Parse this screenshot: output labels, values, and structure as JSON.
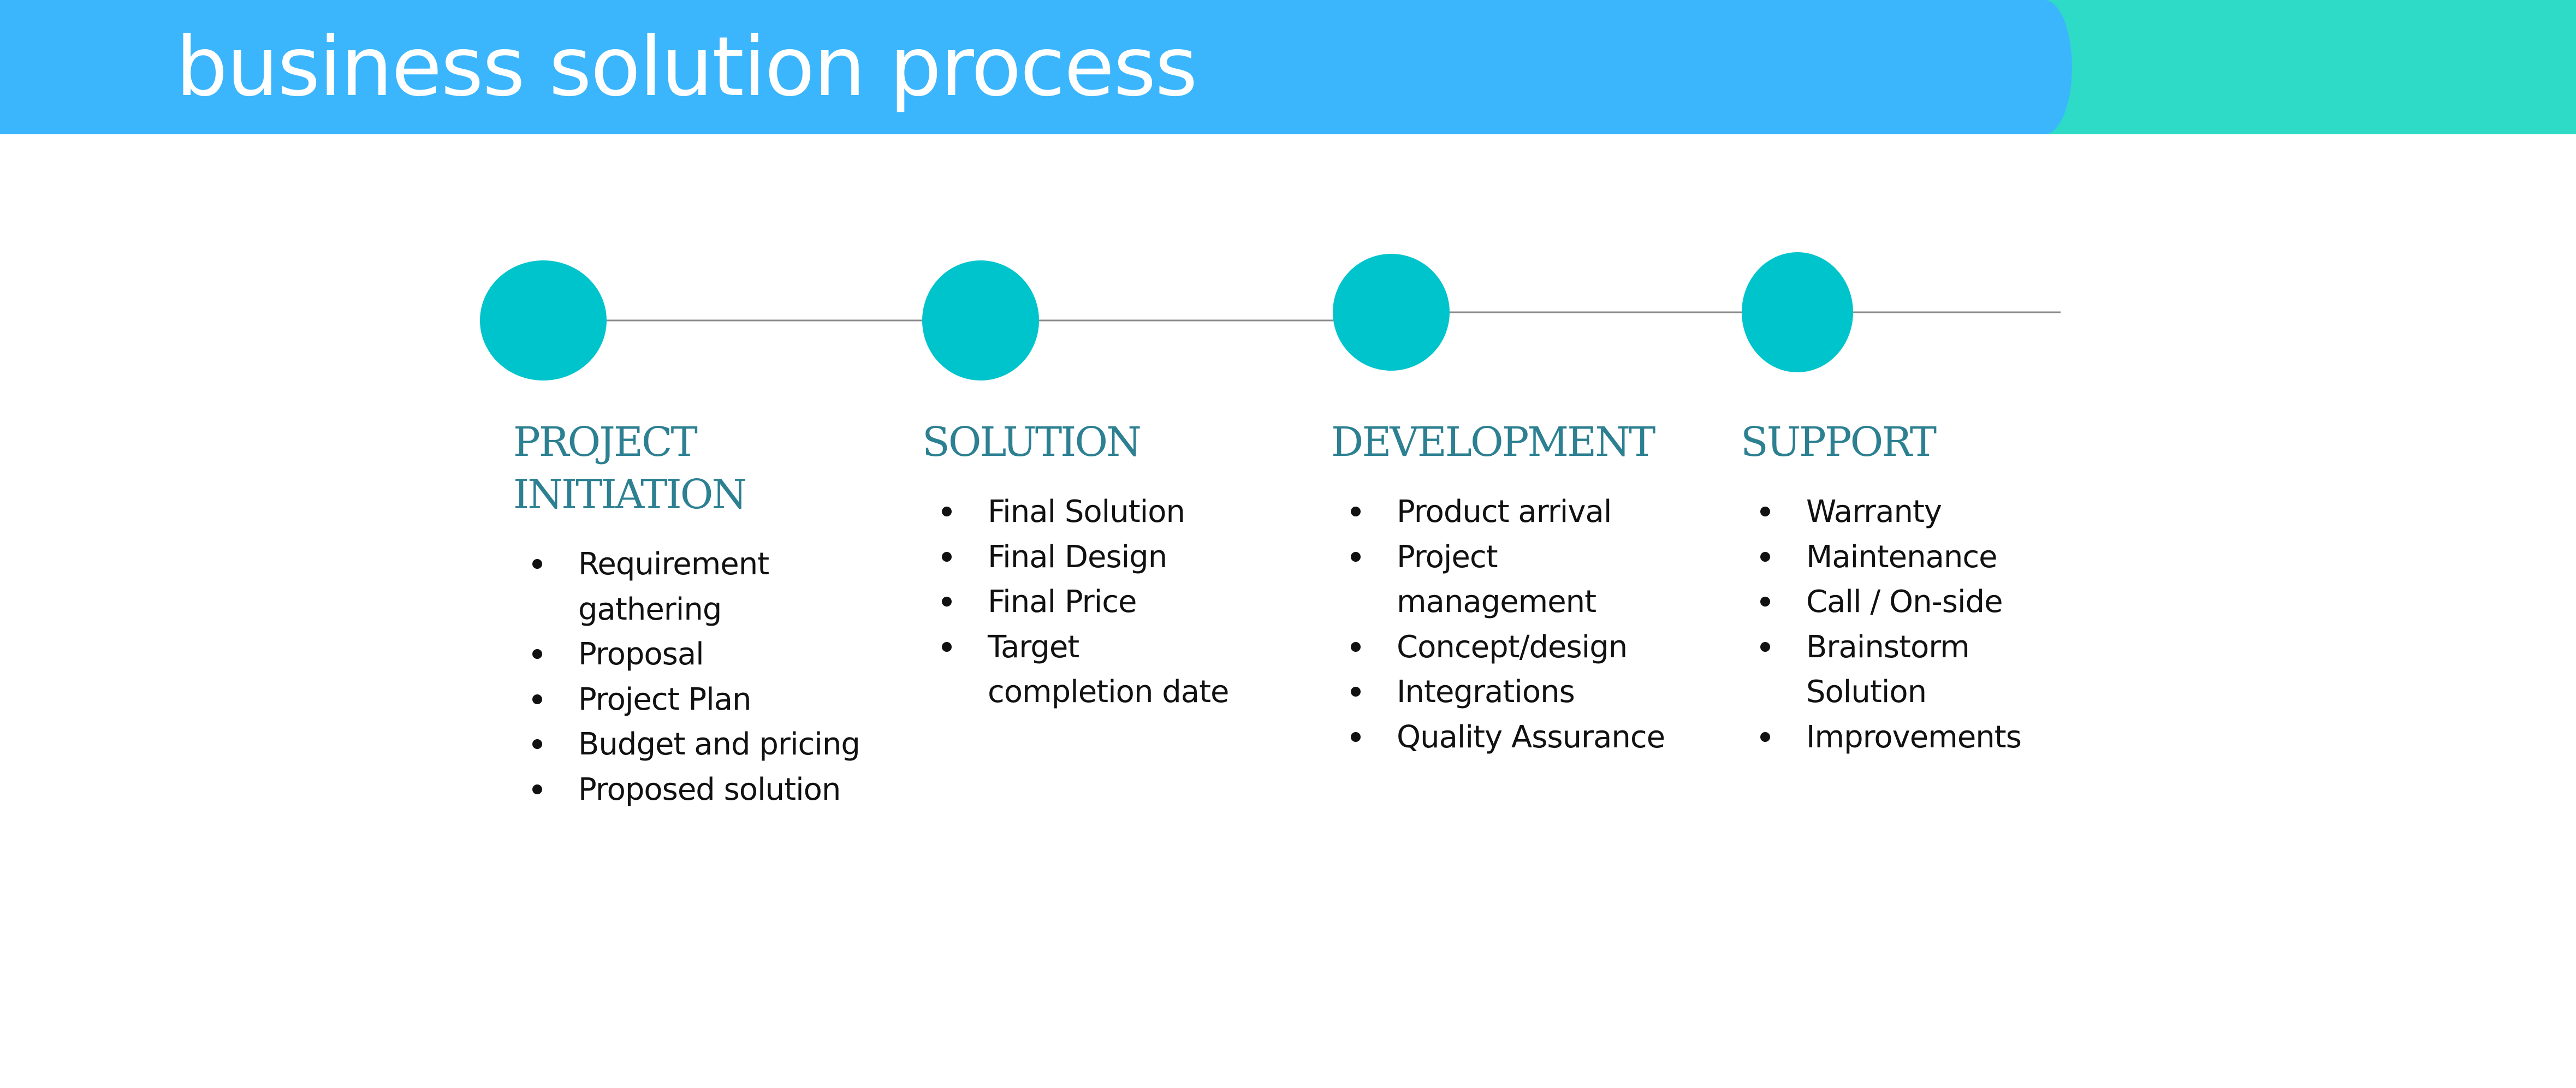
{
  "header": {
    "title": "business solution process"
  },
  "colors": {
    "header_blue": "#3bb6fd",
    "header_teal": "#2edbc6",
    "circle": "#00c4cc",
    "connector": "#8a8a8a",
    "step_title": "#2c8091",
    "body_text": "#111111"
  },
  "steps": [
    {
      "title_lines": [
        "PROJECT",
        "INITIATION"
      ],
      "items": [
        {
          "lines": [
            "Requirement",
            "gathering"
          ]
        },
        {
          "lines": [
            "Proposal"
          ]
        },
        {
          "lines": [
            "Project Plan"
          ]
        },
        {
          "lines": [
            "Budget and pricing"
          ]
        },
        {
          "lines": [
            "Proposed solution"
          ]
        }
      ]
    },
    {
      "title_lines": [
        "SOLUTION"
      ],
      "items": [
        {
          "lines": [
            "Final Solution"
          ]
        },
        {
          "lines": [
            "Final Design"
          ]
        },
        {
          "lines": [
            "Final Price"
          ]
        },
        {
          "lines": [
            "Target",
            "completion date"
          ]
        }
      ]
    },
    {
      "title_lines": [
        "DEVELOPMENT"
      ],
      "items": [
        {
          "lines": [
            "Product arrival"
          ]
        },
        {
          "lines": [
            "Project",
            "management"
          ]
        },
        {
          "lines": [
            "Concept/design"
          ]
        },
        {
          "lines": [
            "Integrations"
          ]
        },
        {
          "lines": [
            "Quality Assurance"
          ]
        }
      ]
    },
    {
      "title_lines": [
        "SUPPORT"
      ],
      "items": [
        {
          "lines": [
            "Warranty"
          ]
        },
        {
          "lines": [
            "Maintenance"
          ]
        },
        {
          "lines": [
            "Call / On-side"
          ]
        },
        {
          "lines": [
            "Brainstorm",
            "Solution"
          ]
        },
        {
          "lines": [
            "Improvements"
          ]
        }
      ]
    }
  ]
}
